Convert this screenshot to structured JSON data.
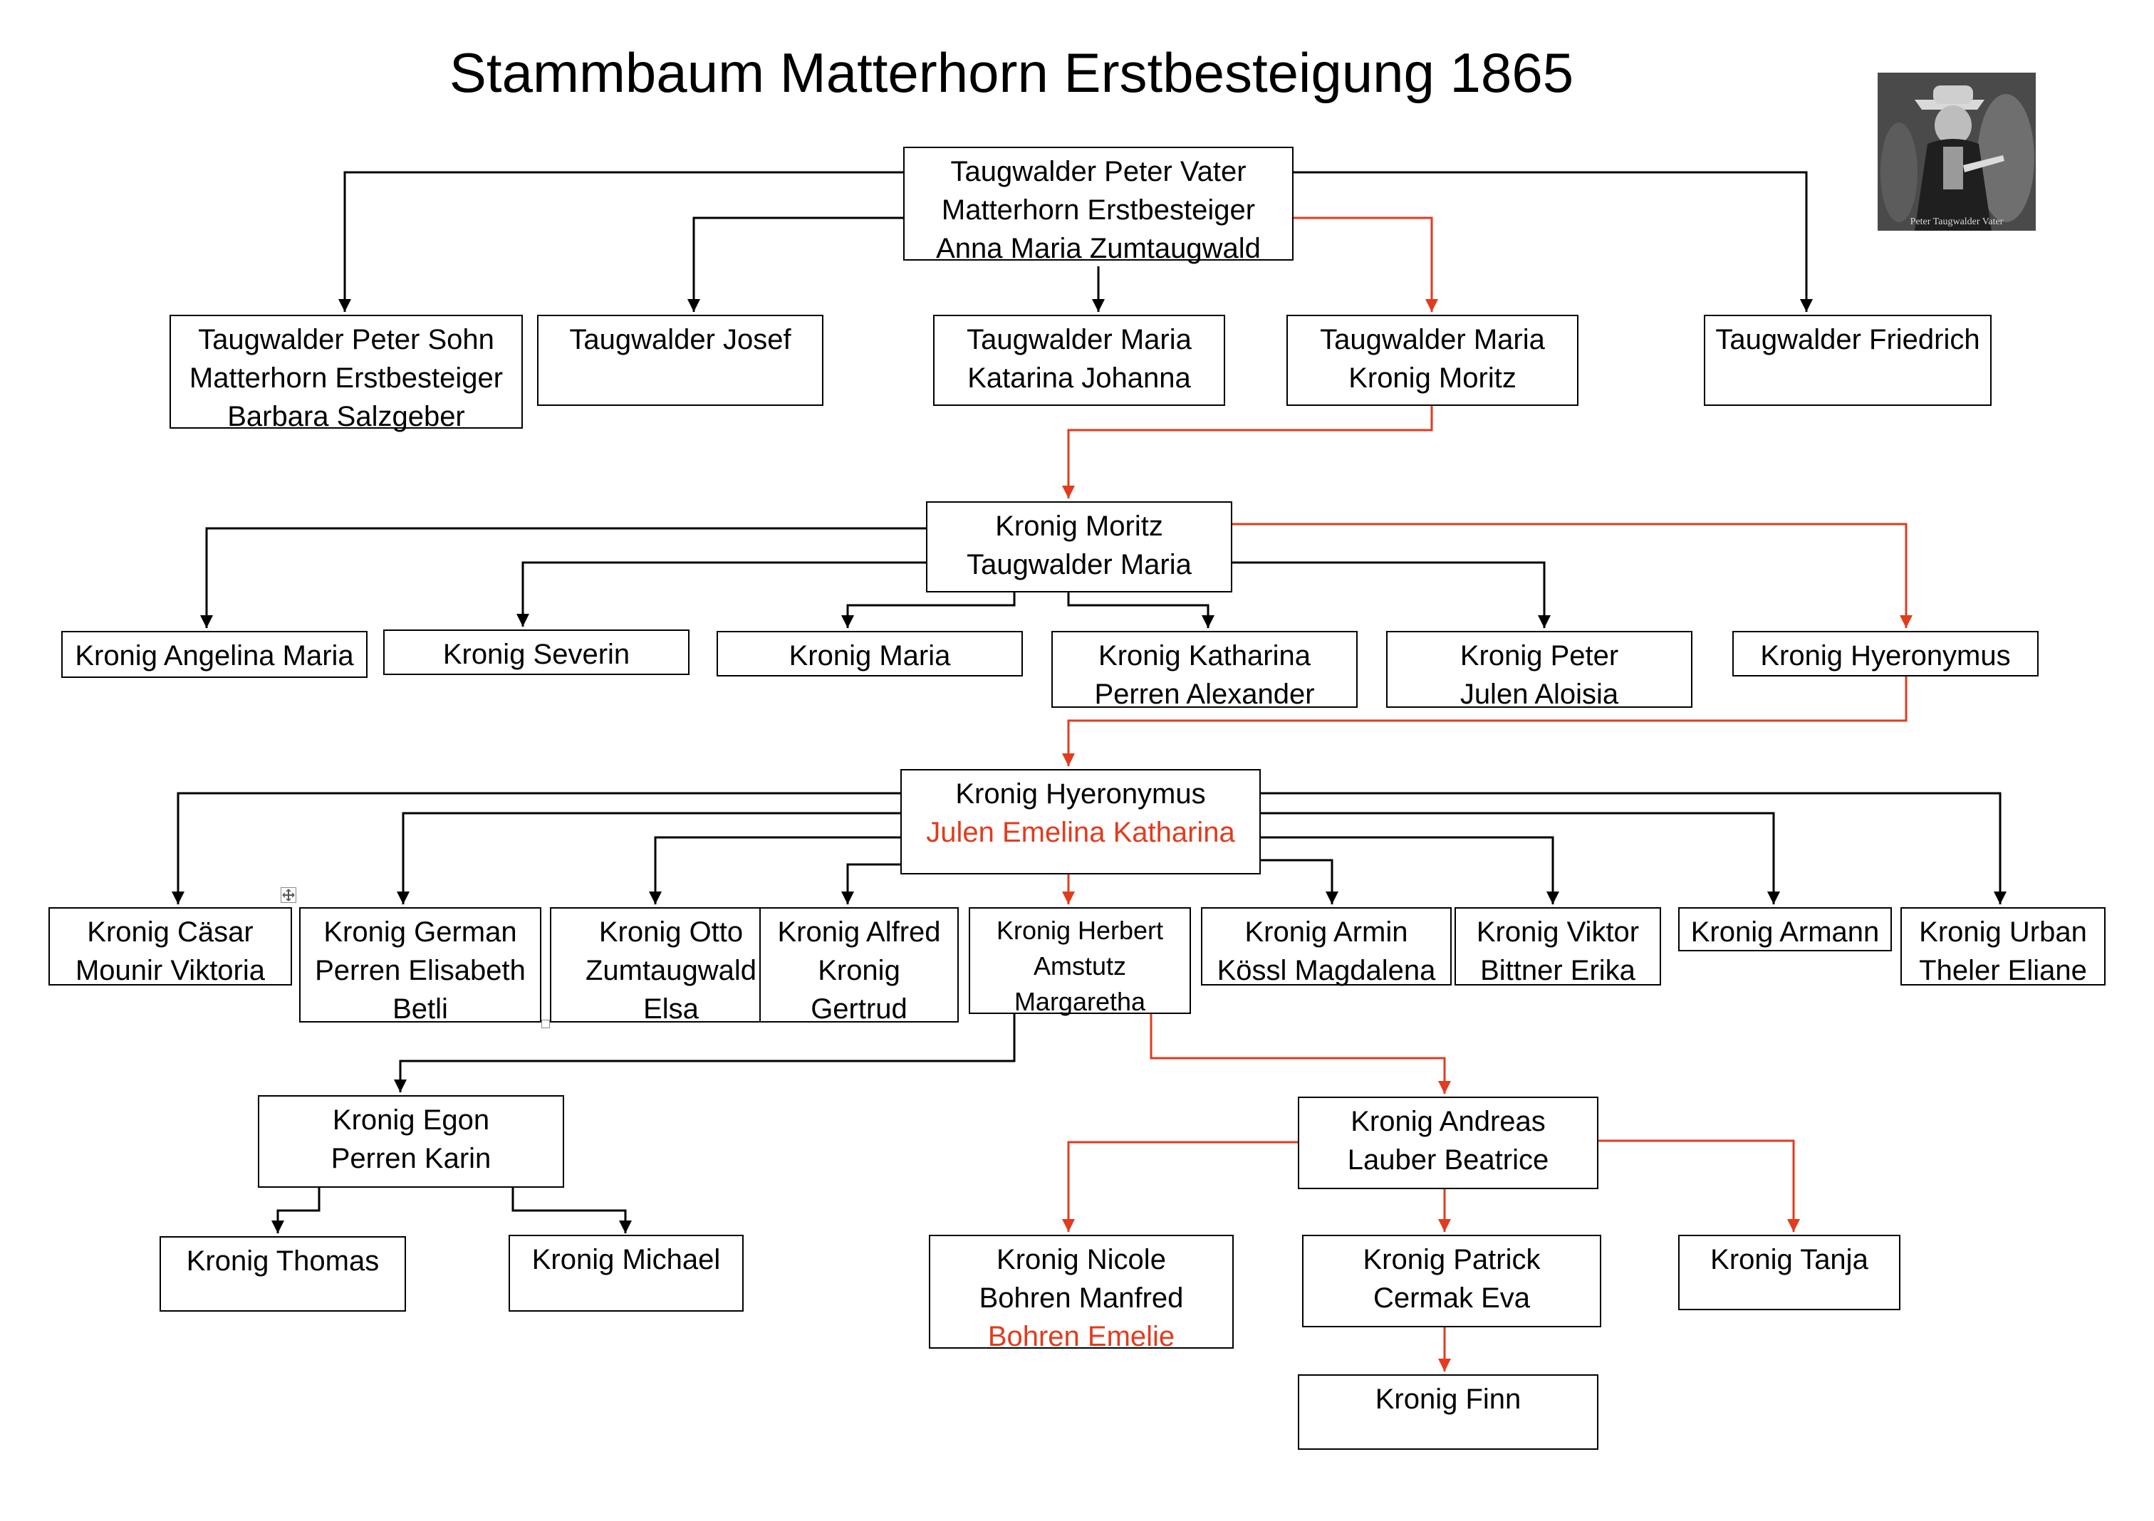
{
  "title": "Stammbaum Matterhorn Erstbesteigung  1865",
  "photo": {
    "caption": "Peter Taugwalder Vater",
    "icon": "portrait-photo"
  },
  "colors": {
    "line": "#000000",
    "lineage": "#e23b1e"
  },
  "persons": [
    {
      "id": "g1",
      "lines": [
        {
          "text": "Taugwalder Peter Vater"
        },
        {
          "text": "Matterhorn Erstbesteiger"
        },
        {
          "text": "Anna Maria Zumtaugwald"
        }
      ]
    },
    {
      "id": "g2a",
      "lines": [
        {
          "text": "Taugwalder Peter Sohn"
        },
        {
          "text": "Matterhorn Erstbesteiger"
        },
        {
          "text": "Barbara Salzgeber"
        }
      ]
    },
    {
      "id": "g2b",
      "lines": [
        {
          "text": "Taugwalder Josef"
        }
      ]
    },
    {
      "id": "g2c",
      "lines": [
        {
          "text": "Taugwalder Maria"
        },
        {
          "text": "Katarina Johanna"
        }
      ]
    },
    {
      "id": "g2d",
      "lines": [
        {
          "text": "Taugwalder Maria"
        },
        {
          "text": "Kronig Moritz"
        }
      ]
    },
    {
      "id": "g2e",
      "lines": [
        {
          "text": "Taugwalder Friedrich"
        }
      ]
    },
    {
      "id": "g3",
      "lines": [
        {
          "text": "Kronig Moritz"
        },
        {
          "text": "Taugwalder Maria"
        }
      ]
    },
    {
      "id": "g4a",
      "lines": [
        {
          "text": "Kronig Angelina Maria"
        }
      ]
    },
    {
      "id": "g4b",
      "lines": [
        {
          "text": "Kronig Severin"
        }
      ]
    },
    {
      "id": "g4c",
      "lines": [
        {
          "text": "Kronig Maria"
        }
      ]
    },
    {
      "id": "g4d",
      "lines": [
        {
          "text": "Kronig Katharina"
        },
        {
          "text": "Perren Alexander"
        }
      ]
    },
    {
      "id": "g4e",
      "lines": [
        {
          "text": "Kronig Peter"
        },
        {
          "text": "Julen Aloisia"
        }
      ]
    },
    {
      "id": "g4f",
      "lines": [
        {
          "text": "Kronig Hyeronymus"
        }
      ]
    },
    {
      "id": "g5",
      "lines": [
        {
          "text": "Kronig Hyeronymus"
        },
        {
          "text": "Julen Emelina Katharina",
          "red": true
        }
      ]
    },
    {
      "id": "g6a",
      "lines": [
        {
          "text": "Kronig Cäsar"
        },
        {
          "text": "Mounir Viktoria"
        }
      ]
    },
    {
      "id": "g6b",
      "lines": [
        {
          "text": "Kronig German"
        },
        {
          "text": "Perren Elisabeth"
        },
        {
          "text": "Betli"
        }
      ]
    },
    {
      "id": "g6c",
      "lines": [
        {
          "text": "Kronig Otto"
        },
        {
          "text": "Zumtaugwald"
        },
        {
          "text": "Elsa"
        }
      ]
    },
    {
      "id": "g6d",
      "lines": [
        {
          "text": "Kronig Alfred"
        },
        {
          "text": "Kronig"
        },
        {
          "text": "Gertrud"
        }
      ]
    },
    {
      "id": "g6e",
      "small": true,
      "lines": [
        {
          "text": "Kronig Herbert"
        },
        {
          "text": "Amstutz"
        },
        {
          "text": "Margaretha"
        }
      ]
    },
    {
      "id": "g6f",
      "lines": [
        {
          "text": "Kronig Armin"
        },
        {
          "text": "Kössl Magdalena"
        }
      ]
    },
    {
      "id": "g6g",
      "lines": [
        {
          "text": "Kronig Viktor"
        },
        {
          "text": "Bittner Erika"
        }
      ]
    },
    {
      "id": "g6h",
      "lines": [
        {
          "text": "Kronig Armann"
        }
      ]
    },
    {
      "id": "g6i",
      "lines": [
        {
          "text": "Kronig Urban"
        },
        {
          "text": "Theler Eliane"
        }
      ]
    },
    {
      "id": "g7a",
      "lines": [
        {
          "text": "Kronig Egon"
        },
        {
          "text": "Perren Karin"
        }
      ]
    },
    {
      "id": "g7b",
      "lines": [
        {
          "text": "Kronig Andreas"
        },
        {
          "text": "Lauber Beatrice"
        }
      ]
    },
    {
      "id": "g8a",
      "lines": [
        {
          "text": "Kronig Thomas"
        }
      ]
    },
    {
      "id": "g8b",
      "lines": [
        {
          "text": "Kronig Michael"
        }
      ]
    },
    {
      "id": "g8c",
      "lines": [
        {
          "text": "Kronig Nicole"
        },
        {
          "text": "Bohren Manfred"
        },
        {
          "text": "Bohren Emelie",
          "red": true
        }
      ]
    },
    {
      "id": "g8d",
      "lines": [
        {
          "text": "Kronig Patrick"
        },
        {
          "text": "Cermak Eva"
        }
      ]
    },
    {
      "id": "g8e",
      "lines": [
        {
          "text": "Kronig Tanja"
        }
      ]
    },
    {
      "id": "g9",
      "lines": [
        {
          "text": "Kronig Finn"
        }
      ]
    }
  ]
}
